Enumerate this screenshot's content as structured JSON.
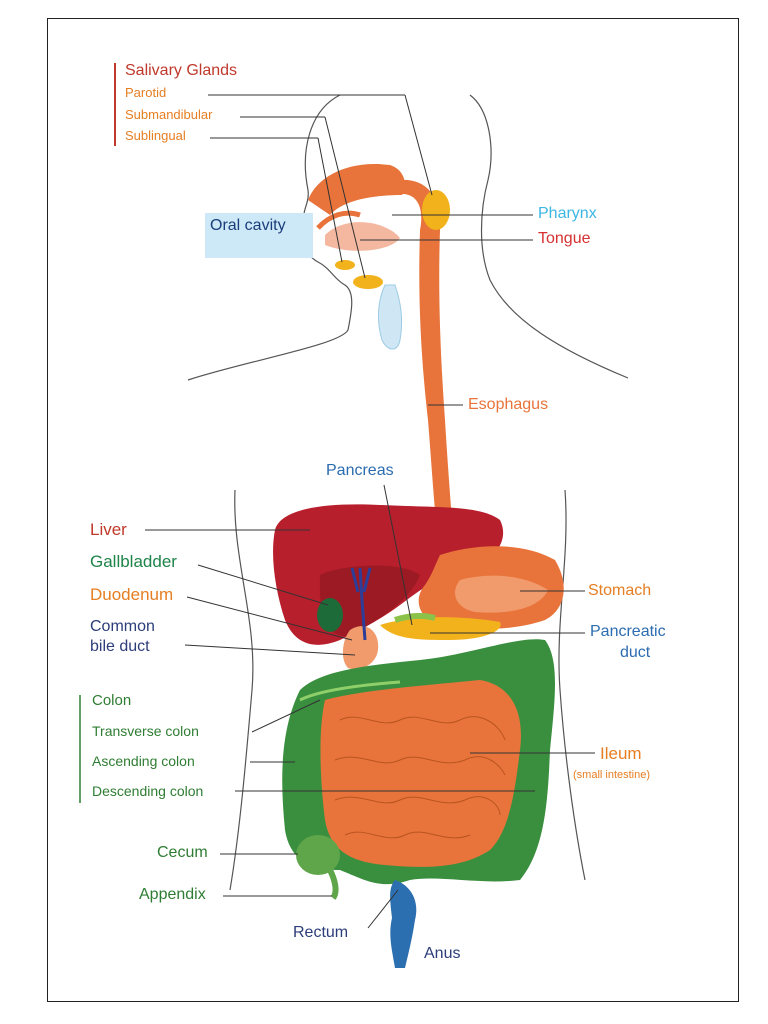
{
  "labels": {
    "salivary_glands": "Salivary Glands",
    "parotid": "Parotid",
    "submandibular": "Submandibular",
    "sublingual": "Sublingual",
    "oral_cavity": "Oral cavity",
    "pharynx": "Pharynx",
    "tongue": "Tongue",
    "esophagus": "Esophagus",
    "pancreas": "Pancreas",
    "liver": "Liver",
    "gallbladder": "Gallbladder",
    "duodenum": "Duodenum",
    "common_bile_duct_1": "Common",
    "common_bile_duct_2": "bile duct",
    "stomach": "Stomach",
    "pancreatic_duct_1": "Pancreatic",
    "pancreatic_duct_2": "duct",
    "colon": "Colon",
    "transverse_colon": "Transverse colon",
    "ascending_colon": "Ascending colon",
    "descending_colon": "Descending colon",
    "ileum": "Ileum",
    "small_intestine": "(small intestine)",
    "cecum": "Cecum",
    "appendix": "Appendix",
    "rectum": "Rectum",
    "anus": "Anus"
  },
  "colors": {
    "salivary": "#c0392b",
    "gland_sub": "#e67e22",
    "pharynx": "#3cb6e3",
    "tongue": "#d63031",
    "esophagus": "#e8743b",
    "pancreas": "#2b6cb0",
    "liver": "#c0392b",
    "gallbladder": "#1e8449",
    "duodenum": "#e67e22",
    "bile_duct": "#2c3e7a",
    "colon": "#2e7d32",
    "ileum": "#e67e22",
    "rectum": "#2c3e7a"
  }
}
